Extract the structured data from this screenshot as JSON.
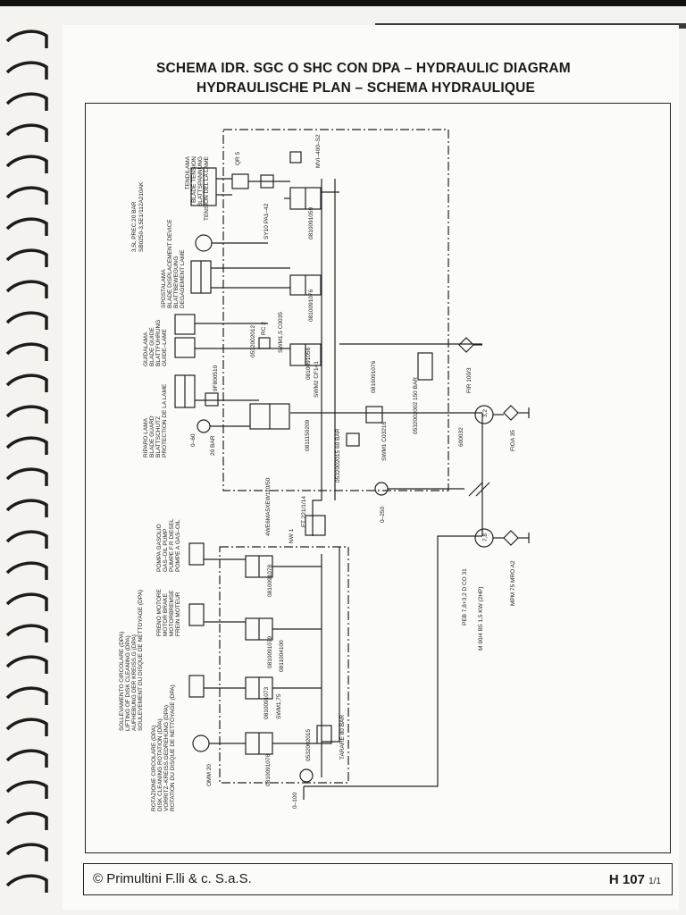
{
  "title": {
    "line1": "SCHEMA IDR. SGC O SHC CON DPA – HYDRAULIC DIAGRAM",
    "line2": "HYDRAULISCHE PLAN – SCHEMA HYDRAULIQUE"
  },
  "footer": {
    "copyright": "© Primultini F.lli & c. S.a.S.",
    "page_code": "H 107",
    "page_fraction": "1/1"
  },
  "labels": {
    "blade_tension": [
      "TENDILAMA",
      "BLADE TENSION",
      "BLATTSPANNUNG",
      "TENSION DEL LA LAME"
    ],
    "accumulator": [
      "3,5L PREC.20 BAR",
      "SB0250-3,5E1/112A210AK"
    ],
    "blade_displacement": [
      "SPOSTALAMA",
      "BLADE DISPLACEMENT DEVICE",
      "BLATTBEWEGUNG",
      "DEGAGEMENT LAME"
    ],
    "blade_guide": [
      "GUIDALAMA",
      "BLADE GUIDE",
      "BLATTFÜHRUNG",
      "GUIDE–LAME"
    ],
    "blade_guard": [
      "RIPARO LAMA",
      "BLADE GUARD",
      "BLATTSCHUTZ",
      "PROTECTION DE LA LAME"
    ],
    "gas_oil_pump": [
      "POMPA GASOLIO",
      "GAS–OIL PUMP",
      "PUMPE F.R DIESEL",
      "POMPE A GAS–OIL"
    ],
    "motor_brake": [
      "FRENO MOTORE",
      "MOTOR BRAKE",
      "MOTORBREMSE",
      "FREIN MOTEUR"
    ],
    "disk_lifting": [
      "SOLLEVAMENTO CIRCOLARE (DPA)",
      "LIFTING OF DISK CLEANING (DPA)",
      "AUFHEBUNG DER KREISS.G (DPA)",
      "SOULEVEMENT DU DISQUE DE NETTOYAGE (DPA)"
    ],
    "disk_rotation": [
      "ROTAZIONE CIRCOLARE (DPA)",
      "DISK CLEANING ROTATION (DPA)",
      "VORRITZ–KREISS.GEDREHUNG (DPA)",
      "ROTATION DU DISQUE DE NETTOYAGE (DPA)"
    ],
    "codes": {
      "qr5": "QR 5",
      "mvi": "MVI–400–S2",
      "sy10": "SY10 PA1–42",
      "v0810091059": "0810091059",
      "v0810091076a": "0810091076",
      "v0532002012": "0532002012",
      "rc2": "RC 2",
      "swm": "SWM1,5 C0035",
      "v0810091056": "0810091056",
      "swm2": "SWM2 CF141",
      "v9f800510": "9F800510",
      "g060": "0–60",
      "bar20": "20 BAR",
      "v0811150209": "0811150209",
      "v0810091076b": "0810091076",
      "v0532002002": "0532002002 150 BAR",
      "fir": "FIR 100/3",
      "v0532002015a": "0532002015 60 BAR",
      "swm3": "SWM1 C03216",
      "v600032": "600032",
      "r32": "3,2",
      "fioa": "FIOA 35",
      "we": "4WE6MA5XEW110/50",
      "ft": "FT 221/1/14",
      "nw": "NW 1",
      "g0250": "0–250",
      "v0810091078": "0810091078",
      "v0810091079": "0810091079",
      "v0811004100": "0811004100",
      "v0810091073": "0810091073",
      "swm175": "SWM1,75",
      "v0532002015b": "0532002015",
      "tarare": "TARARE 80 BAR",
      "v0810091076c": "0810091076",
      "omm": "OMM 20",
      "g0100": "0–100",
      "pump": "PEB 7,8+3,2 D CO 31",
      "motor": "M 90/4 B5 1,5 KW (2HP)",
      "r78": "7,8",
      "mpm": "MPM 75 MRO A2"
    }
  }
}
